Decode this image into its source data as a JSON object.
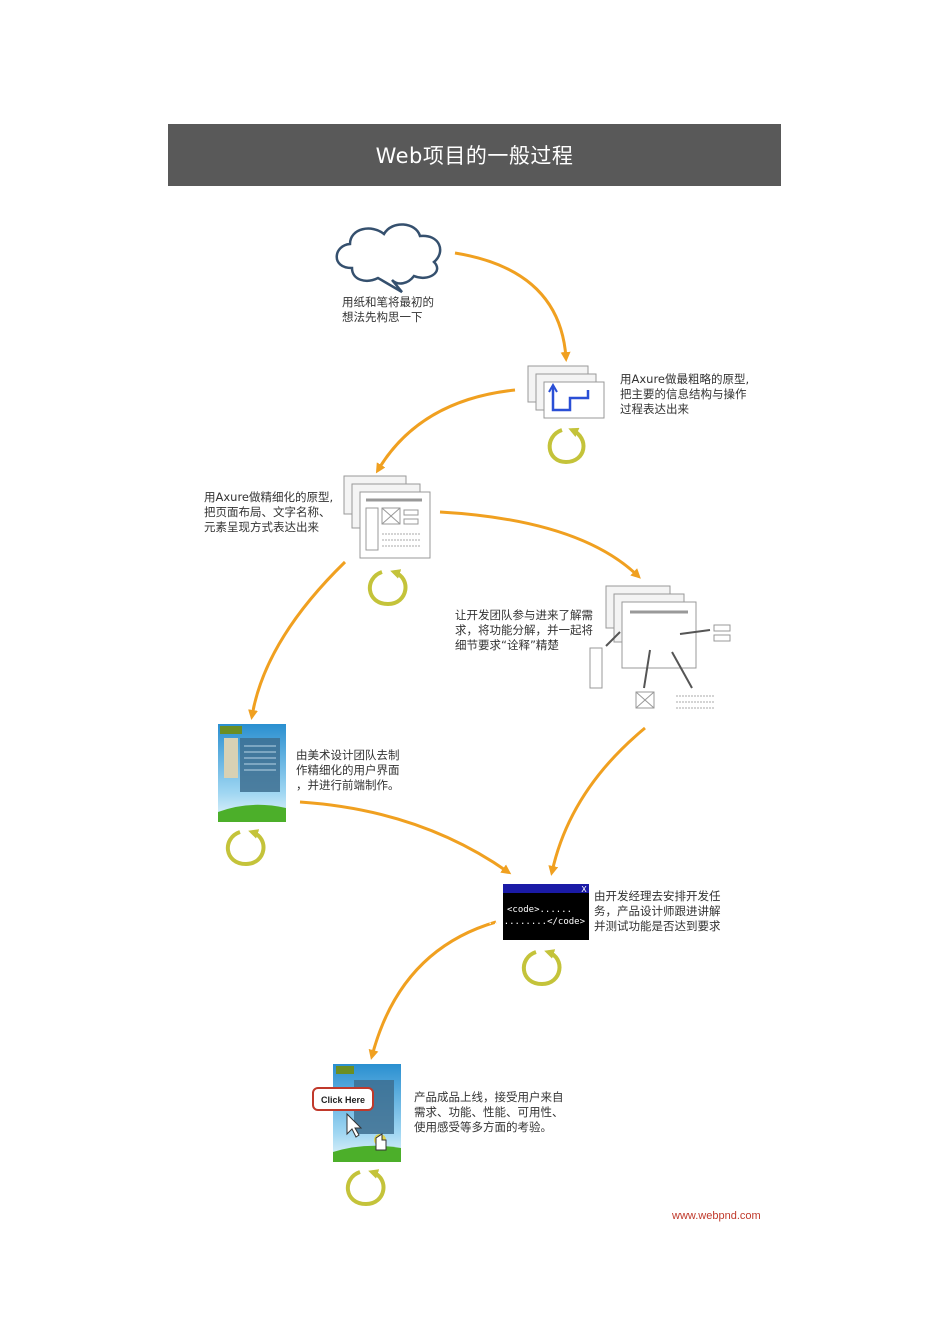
{
  "title": "Web项目的一般过程",
  "steps": [
    {
      "id": "sketch",
      "note": "用纸和笔将最初的\n想法先构思一下"
    },
    {
      "id": "rough-prototype",
      "note": "用Axure做最粗略的原型,\n把主要的信息结构与操作\n过程表达出来"
    },
    {
      "id": "fine-prototype",
      "note": "用Axure做精细化的原型,\n把页面布局、文字名称、\n元素呈现方式表达出来"
    },
    {
      "id": "dev-team-review",
      "note": "让开发团队参与进来了解需\n求，将功能分解，并一起将\n细节要求“诠释”精楚"
    },
    {
      "id": "ui-design",
      "note": "由美术设计团队去制\n作精细化的用户界面\n，并进行前端制作。"
    },
    {
      "id": "development",
      "note": "由开发经理去安排开发任\n务，产品设计师跟进讲解\n并测试功能是否达到要求"
    },
    {
      "id": "launch",
      "note": "产品成品上线，接受用户来自\n需求、功能、性能、可用性、\n使用感受等多方面的考验。"
    }
  ],
  "code_window": {
    "close": "X",
    "line1": "<code>......",
    "line2": "............</code>"
  },
  "click_button": "Click Here",
  "watermark": "www.webpnd.com",
  "colors": {
    "title_bg": "#595959",
    "arrow": "#f0a020",
    "loop": "#c4c33a",
    "code_bar": "#1a1aa6"
  }
}
